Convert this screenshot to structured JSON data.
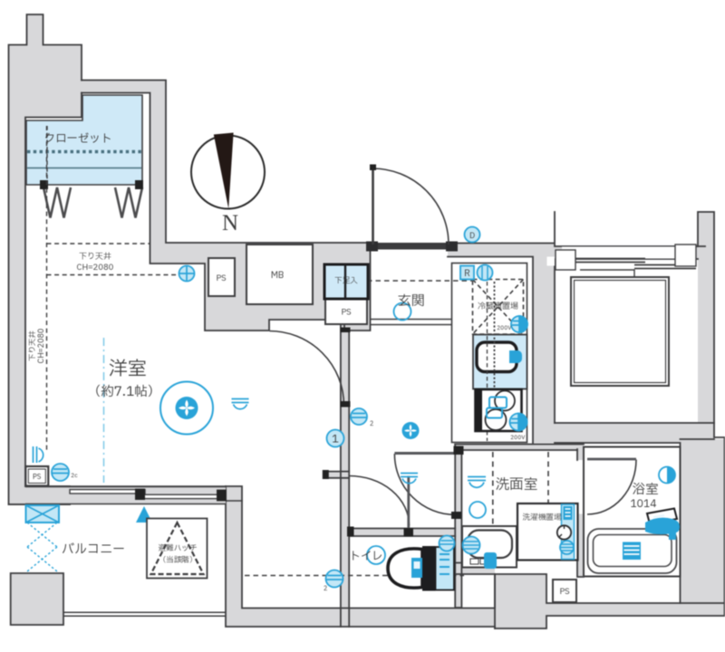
{
  "plan": {
    "type": "japanese-apartment-floor-plan",
    "compass_label": "N",
    "rooms": {
      "closet": "クローゼット",
      "living": "洋室",
      "living_size": "（約7.1帖）",
      "balcony": "バルコニー",
      "entrance": "玄関",
      "washroom": "洗面室",
      "bath": "浴室",
      "bath_size": "1014",
      "toilet": "トイレ",
      "laundry": "洗濯機置場",
      "fridge": "冷蔵庫置場",
      "shoe_box": "下足入",
      "meter_box": "MB",
      "pipe_space": "PS"
    },
    "annotations": {
      "lowered_ceiling_l1": "下り天井",
      "lowered_ceiling_l2": "CH=2080",
      "lowered_ceiling_side_l1": "下り天井",
      "lowered_ceiling_side_l2": "CH=2080",
      "hatch_l1": "避難ハッチ",
      "hatch_l2": "（当該階）",
      "doorbell": "D",
      "fridge_outlet": "R",
      "switch_1": "1",
      "outlet_sub_2": "2",
      "outlet_sub_2c": "2c",
      "outlet_200v": "200V"
    },
    "colors": {
      "wall_fill": "#d8d8da",
      "line": "#3d3d3f",
      "room_blue": "#cfe9f7",
      "symbol_cyan": "#29a3d8",
      "symbol_cyan_light": "#c3e7f6"
    }
  }
}
